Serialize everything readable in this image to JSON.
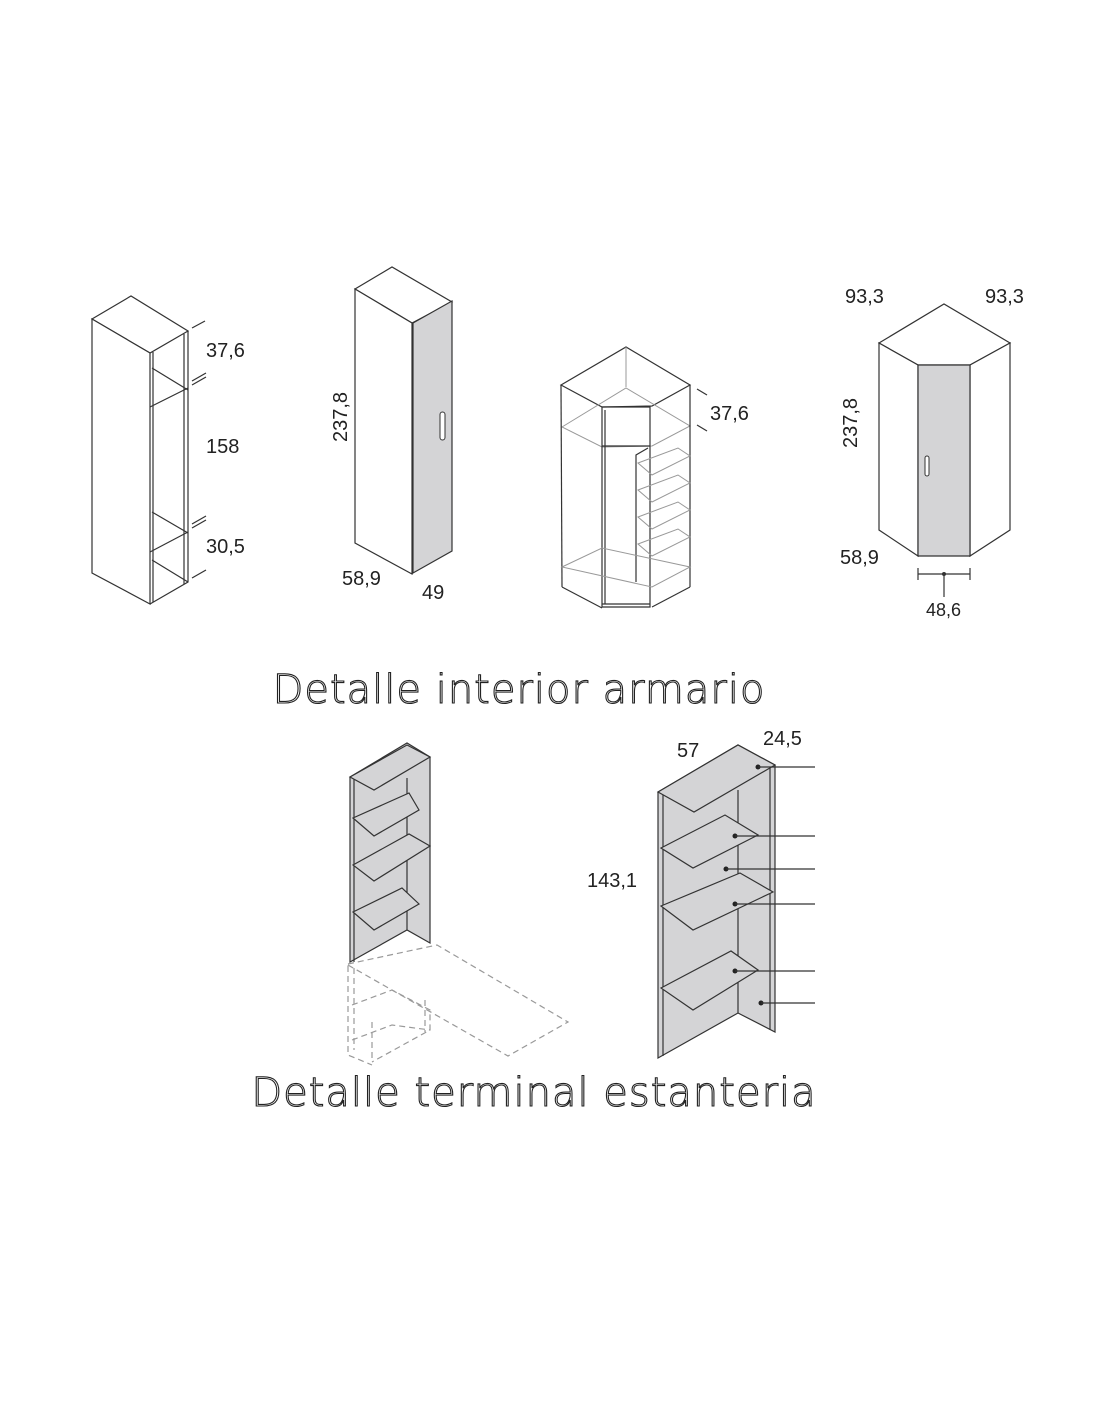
{
  "section1": {
    "title": "Detalle interior armario",
    "open_module": {
      "top_gap": "37,6",
      "middle_gap": "158",
      "bottom_gap": "30,5"
    },
    "single_door_wardrobe": {
      "height": "237,8",
      "depth": "58,9",
      "width": "49"
    },
    "corner_interior": {
      "top_gap": "37,6"
    },
    "corner_wardrobe": {
      "side_left": "93,3",
      "side_right": "93,3",
      "height": "237,8",
      "depth": "58,9",
      "door_width": "48,6"
    }
  },
  "section2": {
    "title": "Detalle terminal estanteria",
    "shelf_unit": {
      "width": "57",
      "depth": "24,5",
      "height": "143,1"
    }
  },
  "colors": {
    "panel": "#d4d4d6",
    "line": "#333333"
  }
}
